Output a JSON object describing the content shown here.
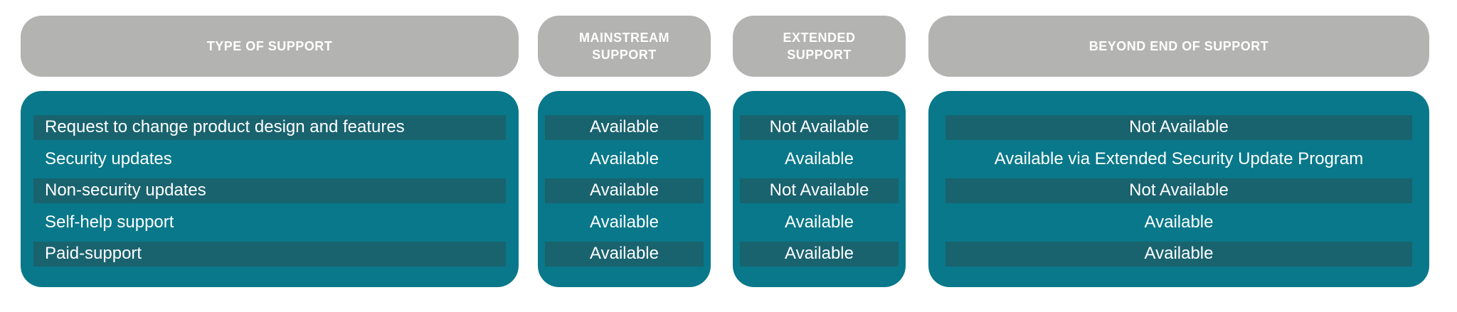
{
  "headers": [
    "TYPE OF SUPPORT",
    "MAINSTREAM SUPPORT",
    "EXTENDED SUPPORT",
    "BEYOND END OF SUPPORT"
  ],
  "rows": [
    {
      "type": "Request to change product design and features",
      "mainstream": "Available",
      "extended": "Not Available",
      "beyond": "Not Available"
    },
    {
      "type": "Security updates",
      "mainstream": "Available",
      "extended": "Available",
      "beyond": "Available via Extended Security Update Program"
    },
    {
      "type": "Non-security updates",
      "mainstream": "Available",
      "extended": "Not Available",
      "beyond": "Not Available"
    },
    {
      "type": "Self-help support",
      "mainstream": "Available",
      "extended": "Available",
      "beyond": "Available"
    },
    {
      "type": "Paid-support",
      "mainstream": "Available",
      "extended": "Available",
      "beyond": "Available"
    }
  ],
  "colors": {
    "header": "#b3b3b2",
    "body": "#08788a",
    "stripe": "#19636f"
  }
}
